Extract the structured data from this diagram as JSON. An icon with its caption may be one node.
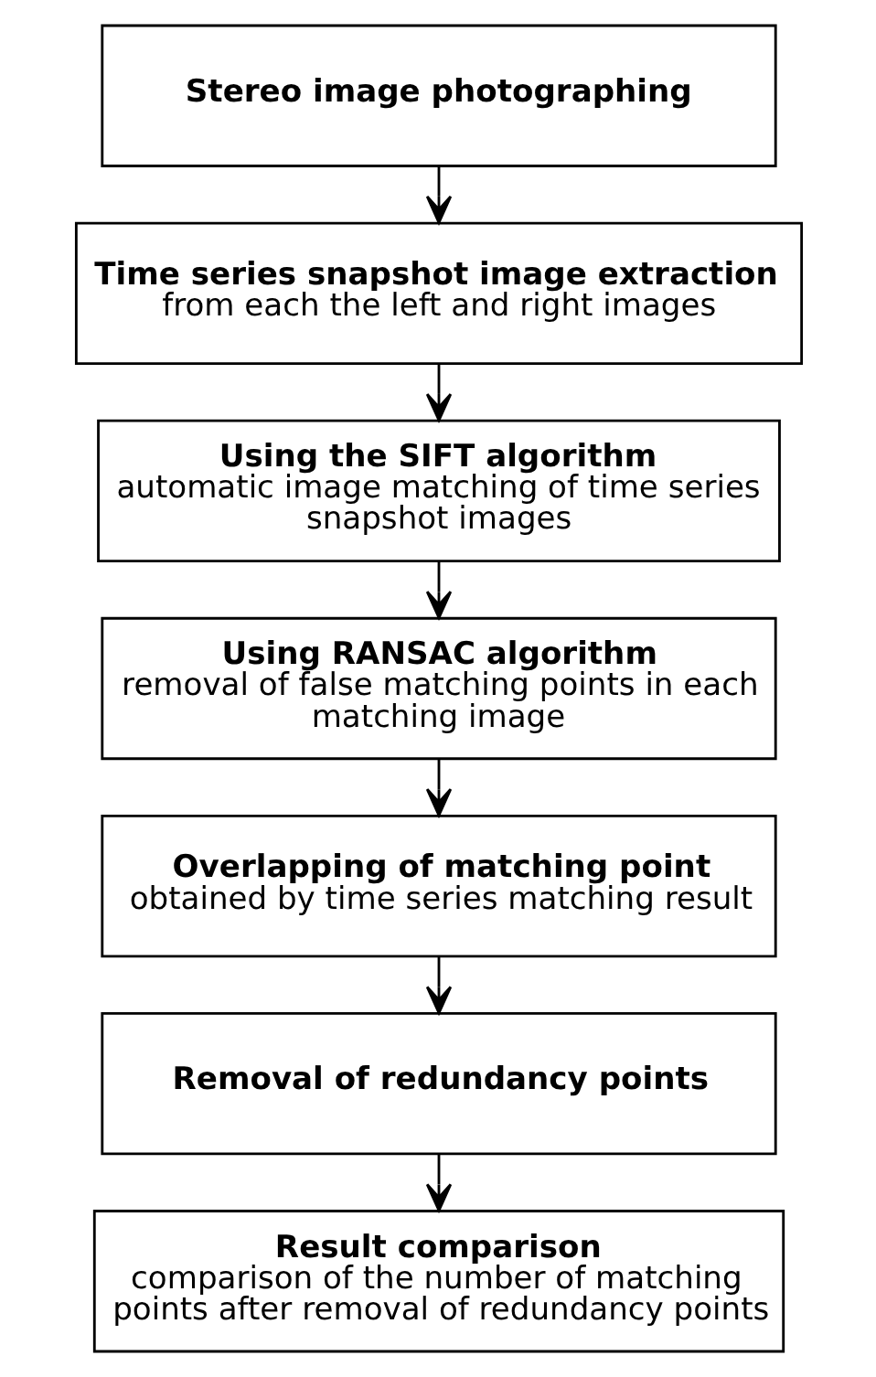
{
  "diagram": {
    "nodes": [
      {
        "text": [
          "Stereo image photographing"
        ]
      },
      {
        "text": [
          "Time series snapshot image extraction",
          "from each the left and right images"
        ]
      },
      {
        "text": [
          "Using the SIFT algorithm",
          "automatic image matching of time series snapshot images"
        ]
      },
      {
        "text": [
          "Using RANSAC algorithm",
          "removal of false matching points in each matching image"
        ]
      },
      {
        "text": [
          "Overlapping of matching point",
          "obtained by time series matching result"
        ]
      },
      {
        "text": [
          "Removal of redundancy points"
        ]
      },
      {
        "text": [
          "Result comparison",
          "comparison of the number of matching points after removal of redundancy points"
        ]
      }
    ],
    "edges": [
      {
        "from": 0,
        "to": 1,
        "arrow": "to"
      },
      {
        "from": 1,
        "to": 2,
        "arrow": "to"
      },
      {
        "from": 2,
        "to": 3,
        "arrow": "to"
      },
      {
        "from": 3,
        "to": 4,
        "arrow": "to"
      },
      {
        "from": 4,
        "to": 5,
        "arrow": "to"
      },
      {
        "from": 5,
        "to": 6,
        "arrow": "to"
      }
    ]
  }
}
